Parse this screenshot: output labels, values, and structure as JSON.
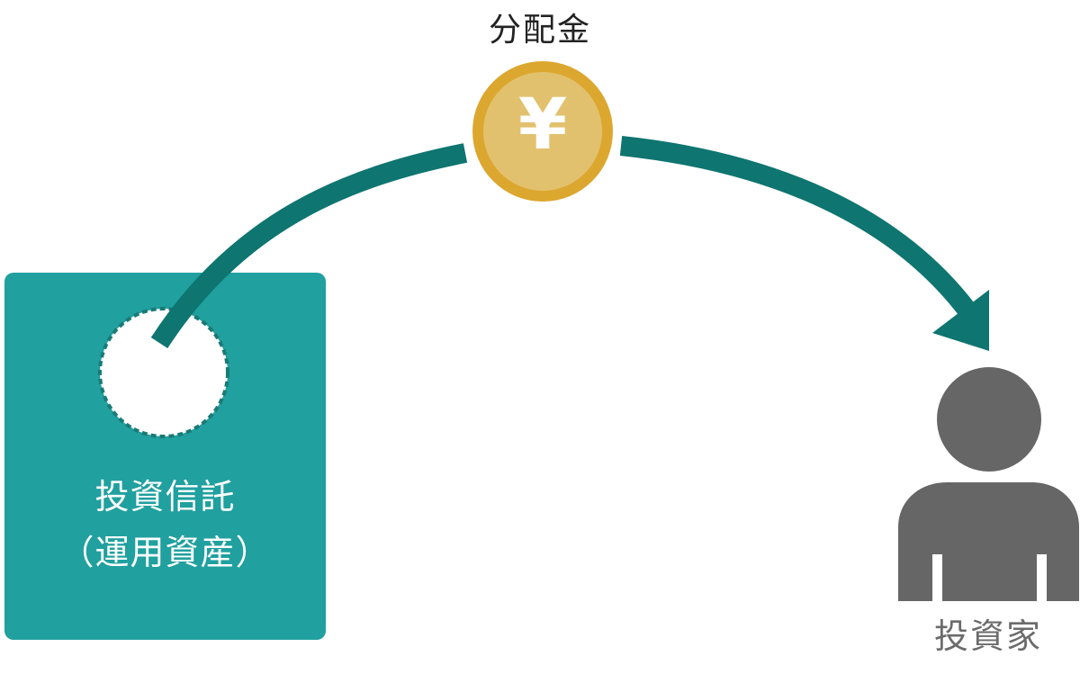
{
  "dividend": {
    "label": "分配金",
    "coin_symbol": "¥",
    "coin_icon": "yen-coin-icon",
    "coin_outer_color": "#dca72f",
    "coin_inner_color": "#e2c16e"
  },
  "fund": {
    "title": "投資信託",
    "subtitle": "（運用資産）",
    "box_color": "#20a09f",
    "dashed_circle_color": "#1a7a76"
  },
  "investor": {
    "label": "投資家",
    "icon": "person-icon",
    "icon_color": "#666666"
  },
  "arrow": {
    "icon": "curved-arrow-icon",
    "color": "#0e7570"
  }
}
